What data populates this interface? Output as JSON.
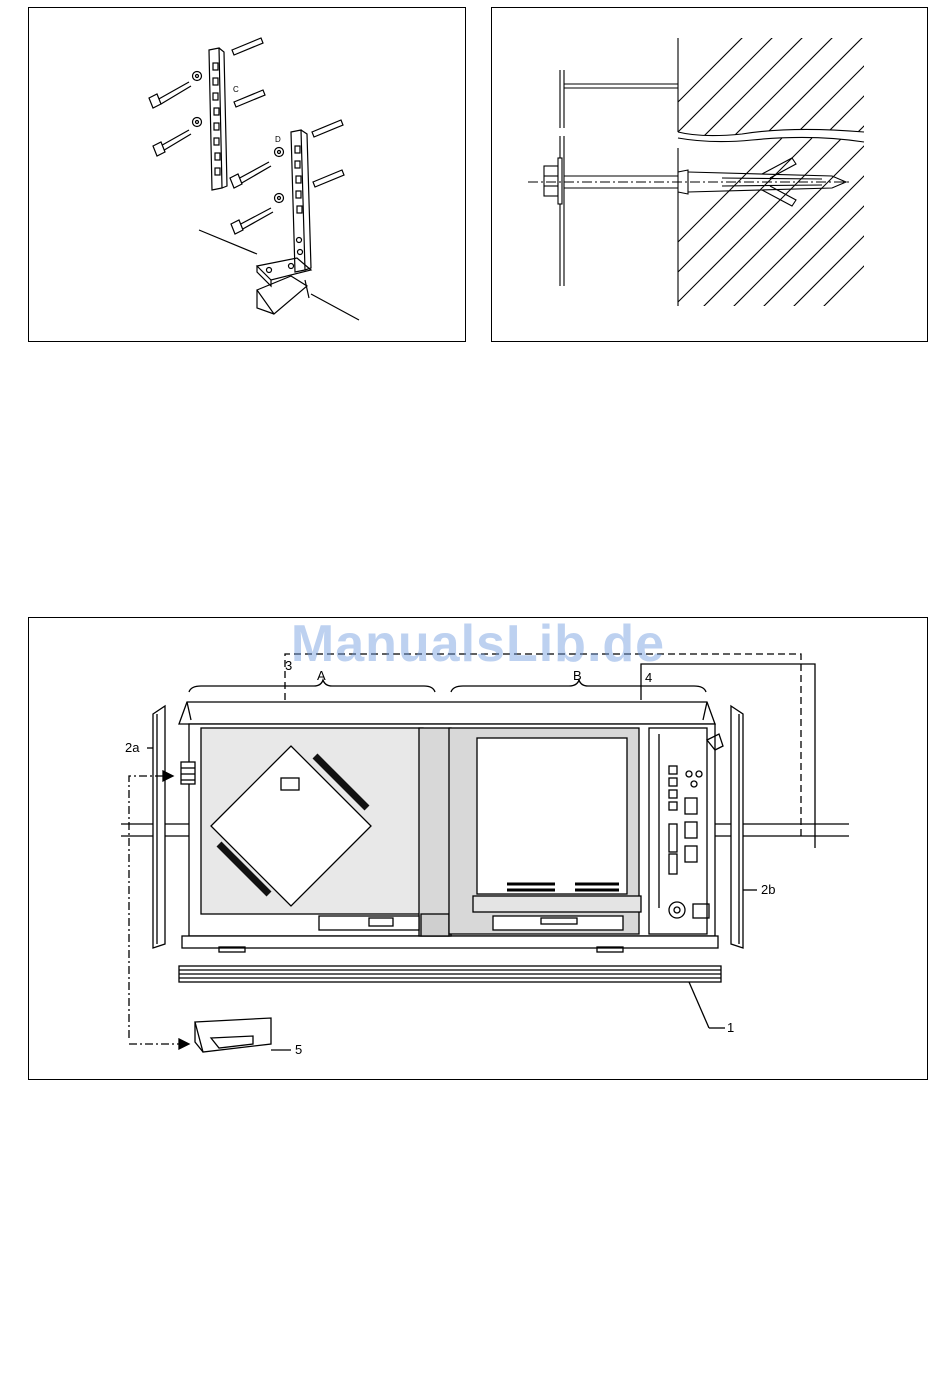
{
  "watermark": "ManualsLib.de",
  "figure_1": {
    "labels": {
      "c": "C",
      "d": "D"
    }
  },
  "figure_3": {
    "labels": {
      "l3": "3",
      "lA": "A",
      "lB": "B",
      "l4": "4",
      "l2a": "2a",
      "l2b": "2b",
      "l1": "1",
      "l5": "5"
    }
  }
}
